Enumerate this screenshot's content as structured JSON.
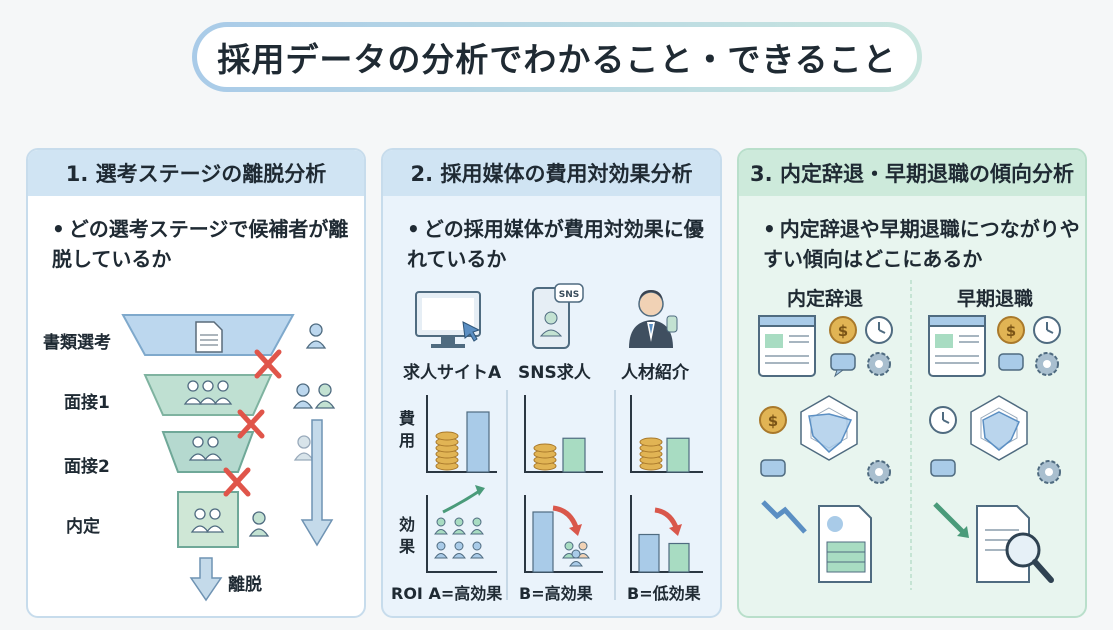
{
  "title": "採用データの分析でわかること・できること",
  "panels": [
    {
      "heading": "1. 選考ステージの離脱分析",
      "bullet": "どの選考ステージで候補者が離脱しているか",
      "stages": [
        "書類選考",
        "面接1",
        "面接2",
        "内定"
      ],
      "dropout_label": "離脱"
    },
    {
      "heading": "2. 採用媒体の費用対効果分析",
      "bullet": "どの採用媒体が費用対効果に優れているか",
      "media": [
        "求人サイトA",
        "SNS求人",
        "人材紹介"
      ],
      "sns_badge": "SNS",
      "row_cost": "費用",
      "row_effect": "効果",
      "roi": [
        "ROI A=高効果",
        "B=高効果",
        "B=低効果"
      ],
      "cost_levels": [
        0.8,
        0.45,
        0.45
      ],
      "effect_levels": [
        0.8,
        0.5
      ]
    },
    {
      "heading": "3. 内定辞退・早期退職の傾向分析",
      "bullet": "内定辞退や早期退職につながりやすい傾向はどこにあるか",
      "columns": [
        "内定辞退",
        "早期退職"
      ]
    }
  ],
  "colors": {
    "blue": "#a9cbe8",
    "green": "#a8dcc2",
    "red": "#e0554a",
    "gold": "#e1b454"
  }
}
